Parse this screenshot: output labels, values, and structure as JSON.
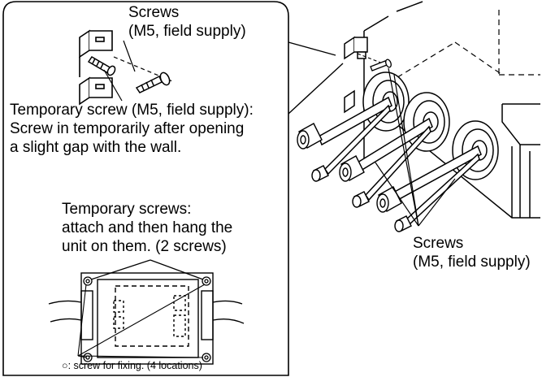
{
  "callout_top_screws": {
    "line1": "Screws",
    "line2": "(M5, field supply)"
  },
  "callout_temporary_screw": {
    "line1": "Temporary screw (M5, field supply):",
    "line2": "Screw in temporarily after opening",
    "line3": "a slight gap with the wall."
  },
  "callout_temporary_screws": {
    "line1": "Temporary screws:",
    "line2": "attach and then hang the",
    "line3": "unit on them. (2 screws)"
  },
  "legend_fixing": {
    "symbol": "○",
    "text": ": screw for fixing. (4 locations)"
  },
  "callout_right_screws": {
    "line1": "Screws",
    "line2": "(M5, field supply)"
  },
  "colors": {
    "line": "#000000",
    "background": "#ffffff"
  }
}
